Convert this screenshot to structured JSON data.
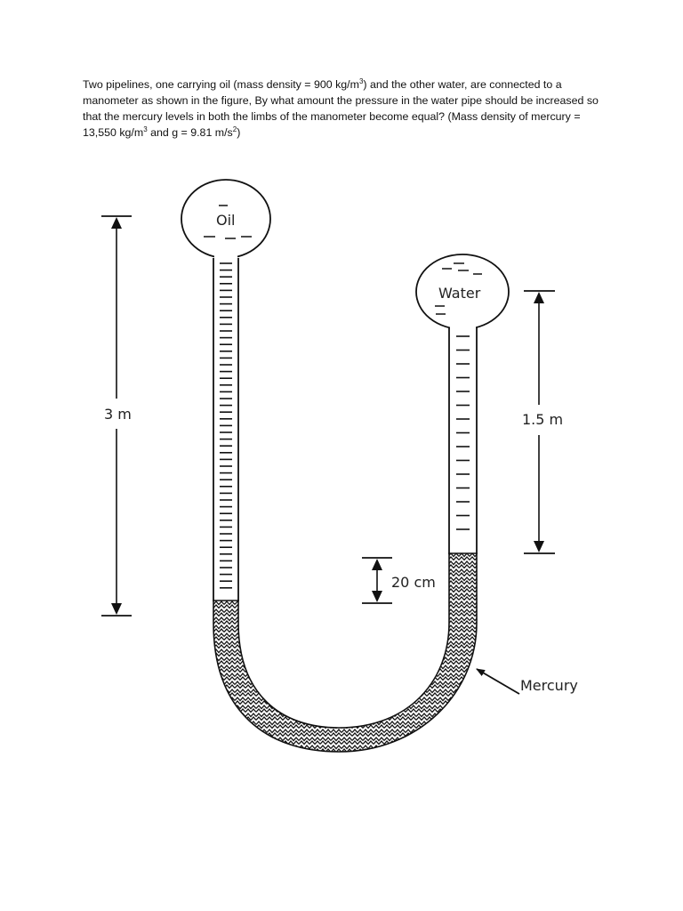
{
  "problem": {
    "p1": "Two pipelines, one carrying oil (mass density = 900 kg/m",
    "sup1": "3",
    "p2": ") and the other water, are connected to a manometer as shown in the figure, By what amount the pressure in the water pipe should be increased so that the mercury levels in both the limbs of the manometer become equal? (Mass density of mercury = 13,550 kg/m",
    "sup2": "3",
    "p3": " and g = 9.81 m/s",
    "sup3": "2",
    "p4": ")"
  },
  "figure": {
    "oil_label": "Oil",
    "water_label": "Water",
    "mercury_label": "Mercury",
    "dim_left": "3 m",
    "dim_right": "1.5 m",
    "dim_small": "20 cm"
  }
}
